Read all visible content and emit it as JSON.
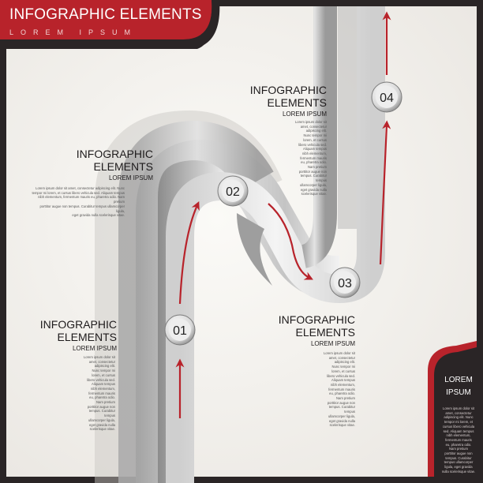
{
  "header": {
    "title": "INFOGRAPHIC ELEMENTS",
    "subtitle": "LOREM IPSUM"
  },
  "colors": {
    "accent": "#b8232b",
    "frame": "#2a2526",
    "panel": "#f4f2ee",
    "ribbon": "#d9d9d9"
  },
  "steps": [
    {
      "number": "01",
      "title": "INFOGRAPHIC\nELEMENTS",
      "subtitle": "LOREM IPSUM",
      "body": "Lorem ipsum dolor sit\namet, consectetur\nadipiscing elit.\nNunc tempor mi\nlorem, et cursus\nlibero vehicula sed.\nAliquam tempus\nnibh elementum,\nfermentum mauris\neu, pharetra odio.\nNam pretium\nporttitor augue non\ntempus. Curabitur\ntempus\nullamcorper ligula,\neget gravida nulla\nscelerisque vitae."
    },
    {
      "number": "02",
      "title": "INFOGRAPHIC\nELEMENTS",
      "subtitle": "LOREM IPSUM",
      "body": "Lorem ipsum dolor sit amet, consectetur adipiscing elit. Nunc\ntempor mi lorem, et cursus libero vehicula sed. Aliquam tempus\nnibh elementum, fermentum mauris eu, pharetra odio. Nam pretium\nporttitor augue non tempus. Curabitur tempus ullamcorper ligula,\neget gravida nulla scelerisque vitae."
    },
    {
      "number": "03",
      "title": "INFOGRAPHIC\nELEMENTS",
      "subtitle": "LOREM IPSUM",
      "body": "Lorem ipsum dolor sit\namet, consectetur\nadipiscing elit.\nNunc tempor mi\nlorem, et cursus\nlibero vehicula sed.\nAliquam tempus\nnibh elementum,\nfermentum mauris\neu, pharetra odio.\nNam pretium\nporttitor augue non\ntempus. Curabitur\ntempus\nullamcorper ligula,\neget gravida nulla\nscelerisque vitae."
    },
    {
      "number": "04",
      "title": "INFOGRAPHIC\nELEMENTS",
      "subtitle": "LOREM IPSUM",
      "body": "Lorem ipsum dolor sit\namet, consectetur\nadipiscing elit.\nNunc tempor mi\nlorem, et cursus\nlibero vehicula sed.\nAliquam tempus\nnibh elementum,\nfermentum mauris\neu, pharetra odio.\nNam pretium\nporttitor augue non\ntempus. Curabitur\ntempus\nullamcorper ligula,\neget gravida nulla\nscelerisque vitae."
    }
  ],
  "badge": {
    "title": "LOREM\nIPSUM",
    "body": "Lorem ipsum dolor sit\namet, consectetur\nadipiscing elit. Nunc\ntempor mi lorem, et\ncursus libero vehicula\nsed. Aliquam tempus\nnibh elementum,\nfermentum mauris\neu, pharetra odio.\nNam pretium\nporttitor augue non\ntempus. Curabitur\ntempus ullamcorper\nligula, eget gravida\nnulla scelerisque vitae."
  }
}
